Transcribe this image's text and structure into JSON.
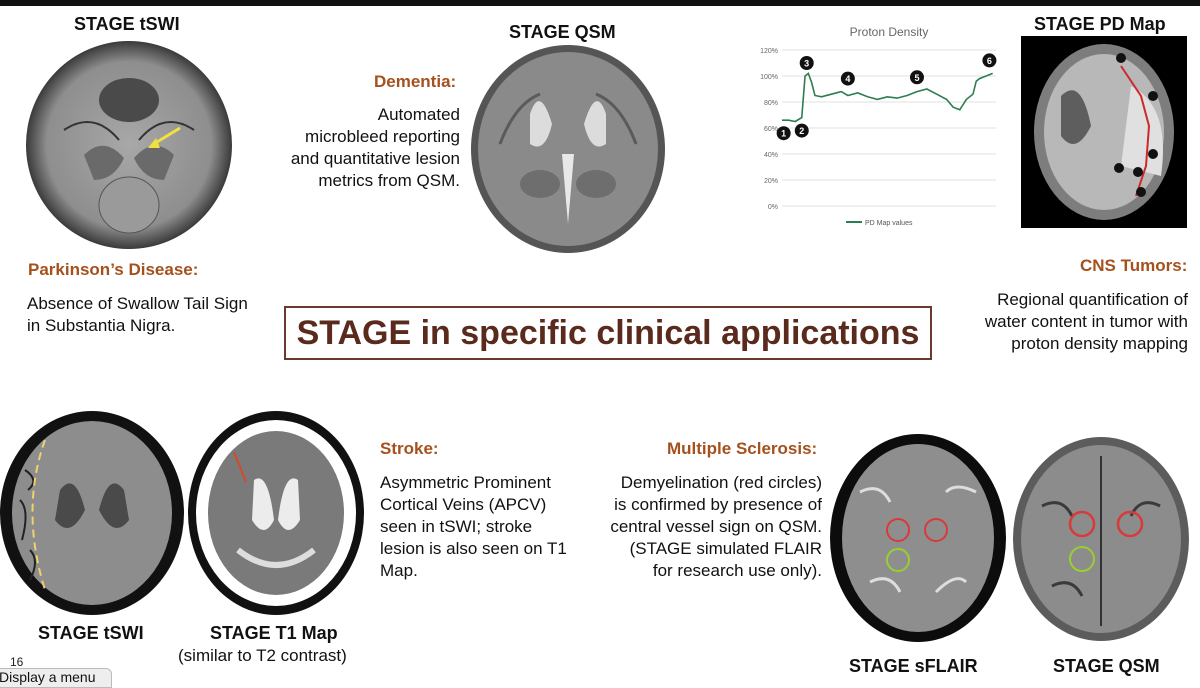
{
  "top_left": {
    "scan_label": "STAGE tSWI",
    "heading": "Parkinson’s Disease:",
    "body": "Absence of Swallow Tail Sign in Substantia Nigra."
  },
  "top_middle": {
    "scan_label": "STAGE QSM",
    "heading": "Dementia:",
    "body": "Automated microbleed reporting and quantitative lesion metrics from QSM."
  },
  "top_right": {
    "scan_label": "STAGE PD Map",
    "heading": "CNS Tumors:",
    "body": "Regional quantification of water content in tumor with proton density mapping"
  },
  "title": "STAGE in specific clinical applications",
  "bottom_left": {
    "scan_label_1": "STAGE tSWI",
    "scan_label_2": "STAGE T1 Map",
    "scan_sublabel_2": "(similar to T2 contrast)",
    "heading": "Stroke:",
    "body": "Asymmetric Prominent Cortical Veins (APCV) seen in tSWI; stroke lesion is also seen on T1 Map."
  },
  "bottom_right": {
    "heading": "Multiple Sclerosis:",
    "body": "Demyelination (red circles) is confirmed by presence of central vessel sign on QSM. (STAGE simulated FLAIR for research use only).",
    "scan_label_1": "STAGE sFLAIR",
    "scan_label_2": "STAGE QSM"
  },
  "page_number": "16",
  "menu_hint": "Display a menu",
  "chart_data": {
    "type": "line",
    "title": "Proton Density",
    "ylim": [
      0,
      120
    ],
    "y_ticks": [
      "0%",
      "20%",
      "40%",
      "60%",
      "80%",
      "100%",
      "120%"
    ],
    "legend": "PD Map values",
    "legend_position": "bottom",
    "grid": true,
    "series": [
      {
        "name": "PD Map values",
        "color": "#2e7d4f",
        "x": [
          0,
          4,
          8,
          12,
          14,
          16,
          18,
          20,
          24,
          30,
          36,
          40,
          46,
          52,
          58,
          64,
          70,
          76,
          82,
          88,
          94,
          100,
          104,
          108,
          112,
          116,
          118,
          120,
          124,
          128
        ],
        "values": [
          66,
          66,
          65,
          68,
          100,
          102,
          95,
          85,
          84,
          86,
          88,
          85,
          87,
          84,
          82,
          84,
          83,
          85,
          88,
          90,
          86,
          82,
          76,
          74,
          82,
          86,
          96,
          98,
          100,
          102
        ]
      }
    ],
    "markers": [
      {
        "label": "1",
        "x": 1,
        "y": 56
      },
      {
        "label": "2",
        "x": 12,
        "y": 58
      },
      {
        "label": "3",
        "x": 15,
        "y": 110
      },
      {
        "label": "4",
        "x": 40,
        "y": 98
      },
      {
        "label": "5",
        "x": 82,
        "y": 99
      },
      {
        "label": "6",
        "x": 126,
        "y": 112
      }
    ]
  }
}
